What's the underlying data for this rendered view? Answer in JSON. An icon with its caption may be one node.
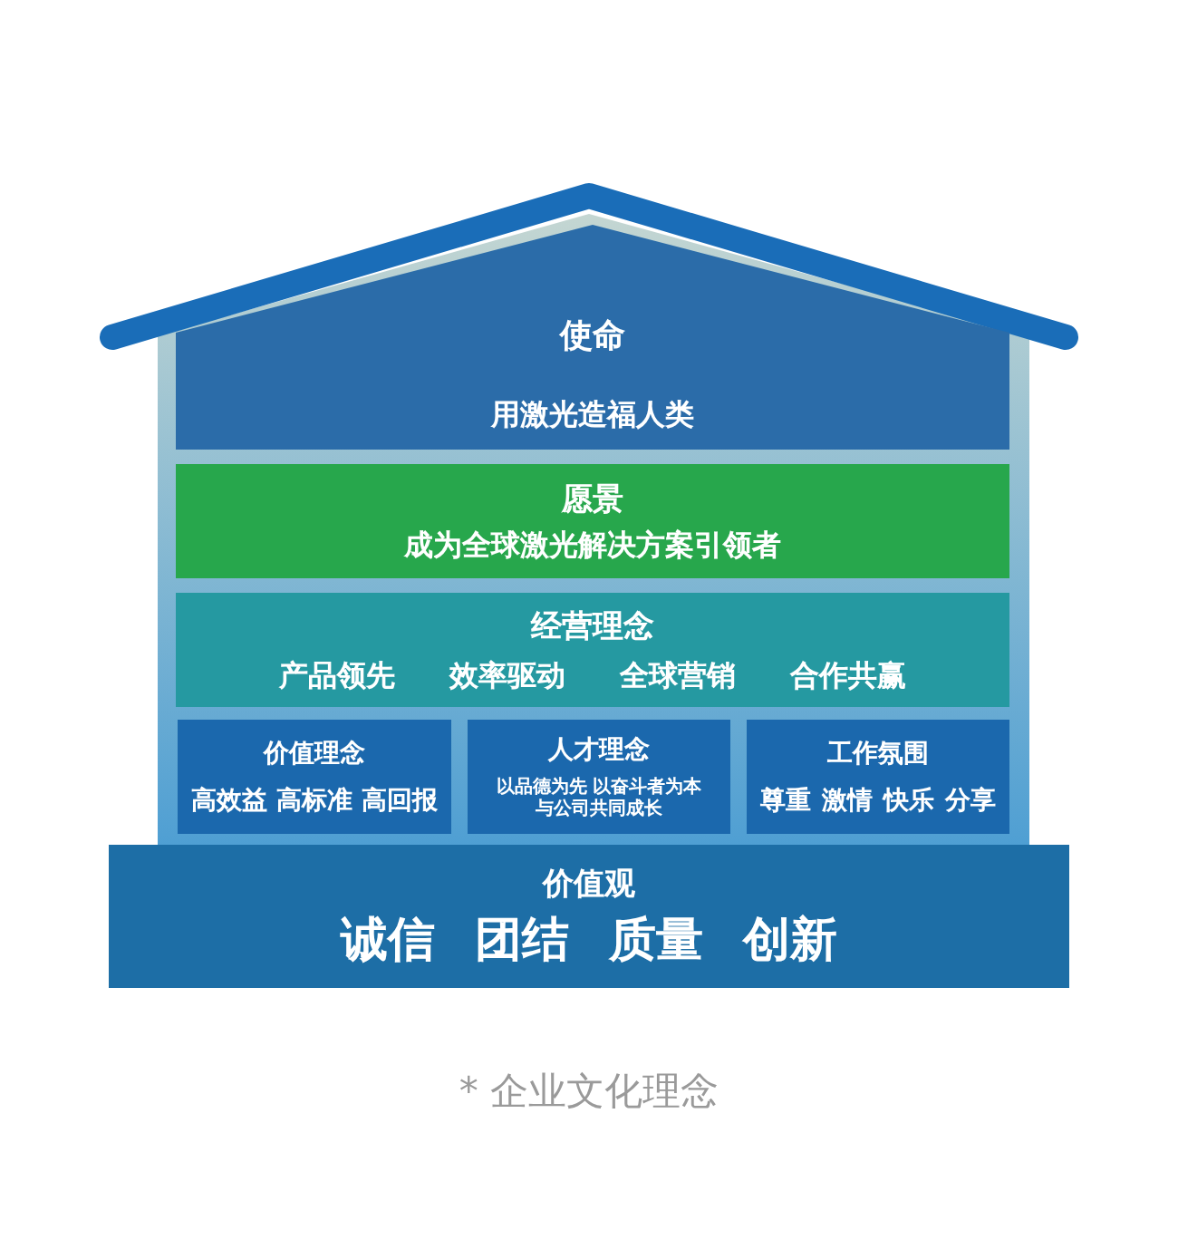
{
  "diagram": {
    "caption": "* 企业文化理念",
    "nodes": [
      {
        "text": [
          "使命",
          "用激光造福人类"
        ]
      },
      {
        "text": [
          "愿景",
          "成为全球激光解决方案引领者"
        ]
      },
      {
        "text": [
          "经营理念",
          "产品领先",
          "效率驱动",
          "全球营销",
          "合作共赢"
        ]
      },
      {
        "text": [
          "价值理念",
          "高效益",
          "高标准",
          "高回报"
        ]
      },
      {
        "text": [
          "人才理念",
          "以品德为先 以奋斗者为本",
          "与公司共同成长"
        ]
      },
      {
        "text": [
          "工作氛围",
          "尊重",
          "激情",
          "快乐",
          "分享"
        ]
      },
      {
        "text": [
          "价值观",
          "诚信",
          "团结",
          "质量",
          "创新"
        ]
      }
    ]
  }
}
